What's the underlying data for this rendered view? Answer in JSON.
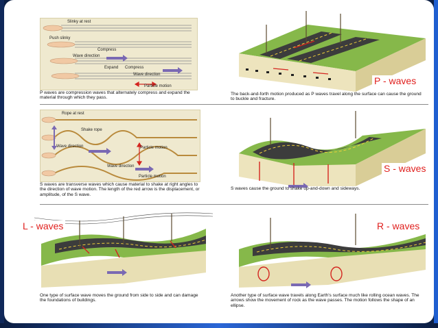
{
  "labels": {
    "p_waves": "P - waves",
    "s_waves": "S - waves",
    "l_waves": "L - waves",
    "r_waves": "R - waves"
  },
  "p_diagram": {
    "slinky_at_rest": "Slinky at rest",
    "push_slinky": "Push slinky",
    "compress": "Compress",
    "wave_direction": "Wave direction",
    "expand": "Expand",
    "compress2": "Compress",
    "wave_direction2": "Wave direction",
    "particle_motion": "Particle motion"
  },
  "s_diagram": {
    "rope_at_rest": "Rope at rest",
    "shake_rope": "Shake rope",
    "wave_direction": "Wave direction",
    "particle_motion": "Particle motion",
    "wave_direction2": "Wave direction",
    "particle_motion2": "Particle motion"
  },
  "captions": {
    "p_left": "P waves are compression waves that alternately compress and expand the material through which they pass.",
    "p_right": "The back-and-forth motion produced as P waves travel along the surface can cause the ground to buckle and fracture.",
    "s_left": "S waves are transverse waves which cause material to shake at right angles to the direction of wave motion. The length of the red arrow is the displacement, or amplitude, of the S wave.",
    "s_right": "S waves cause the ground to shake up-and-down and sideways.",
    "l_left": "One type of surface wave moves the ground from side to side and can damage the foundations of buildings.",
    "r_right": "Another type of surface wave travels along Earth's surface much like rolling ocean waves. The arrows show the movement of rock as the wave passes. The motion follows the shape of an ellipse."
  },
  "colors": {
    "tag_red": "#e0201e",
    "arrow_purple": "#7a69b3",
    "grass": "#7fb040",
    "road": "#3a3a3a",
    "soil": "#e8dfb4"
  }
}
